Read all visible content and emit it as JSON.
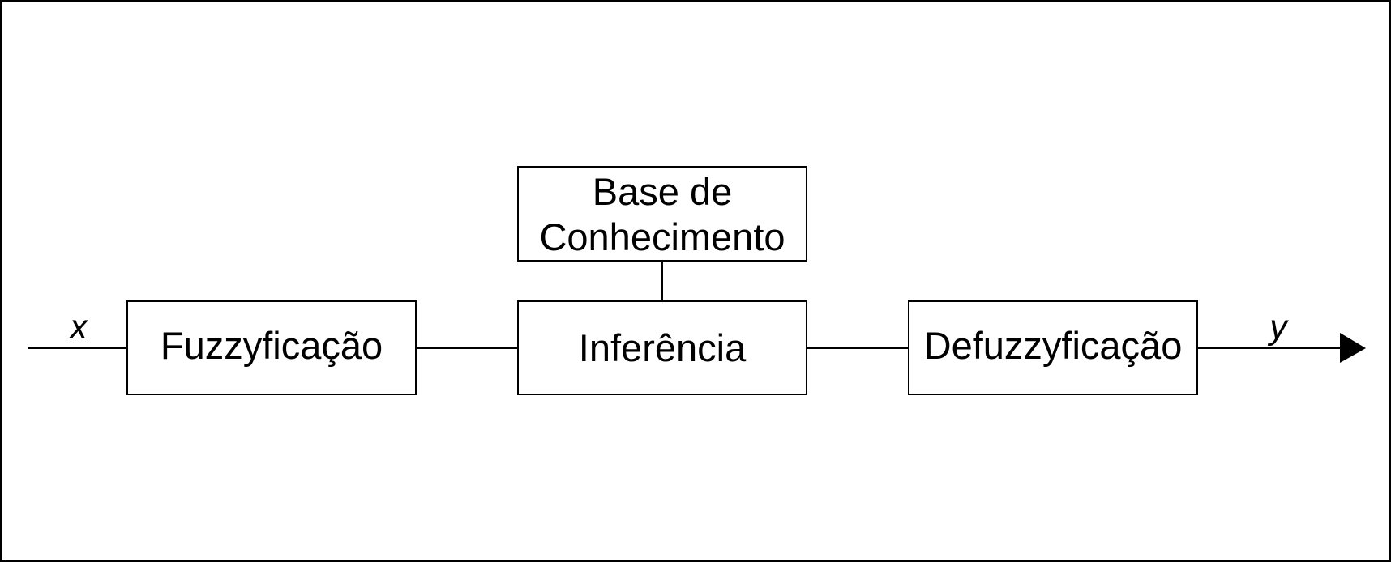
{
  "diagram": {
    "nodes": {
      "fuzzyficacao": "Fuzzyficação",
      "inferencia": "Inferência",
      "defuzzyficacao": "Defuzzyficação",
      "base_line1": "Base de",
      "base_line2": "Conhecimento"
    },
    "input_label": "x",
    "output_label": "y",
    "colors": {
      "stroke": "#000000",
      "background": "#ffffff"
    }
  }
}
